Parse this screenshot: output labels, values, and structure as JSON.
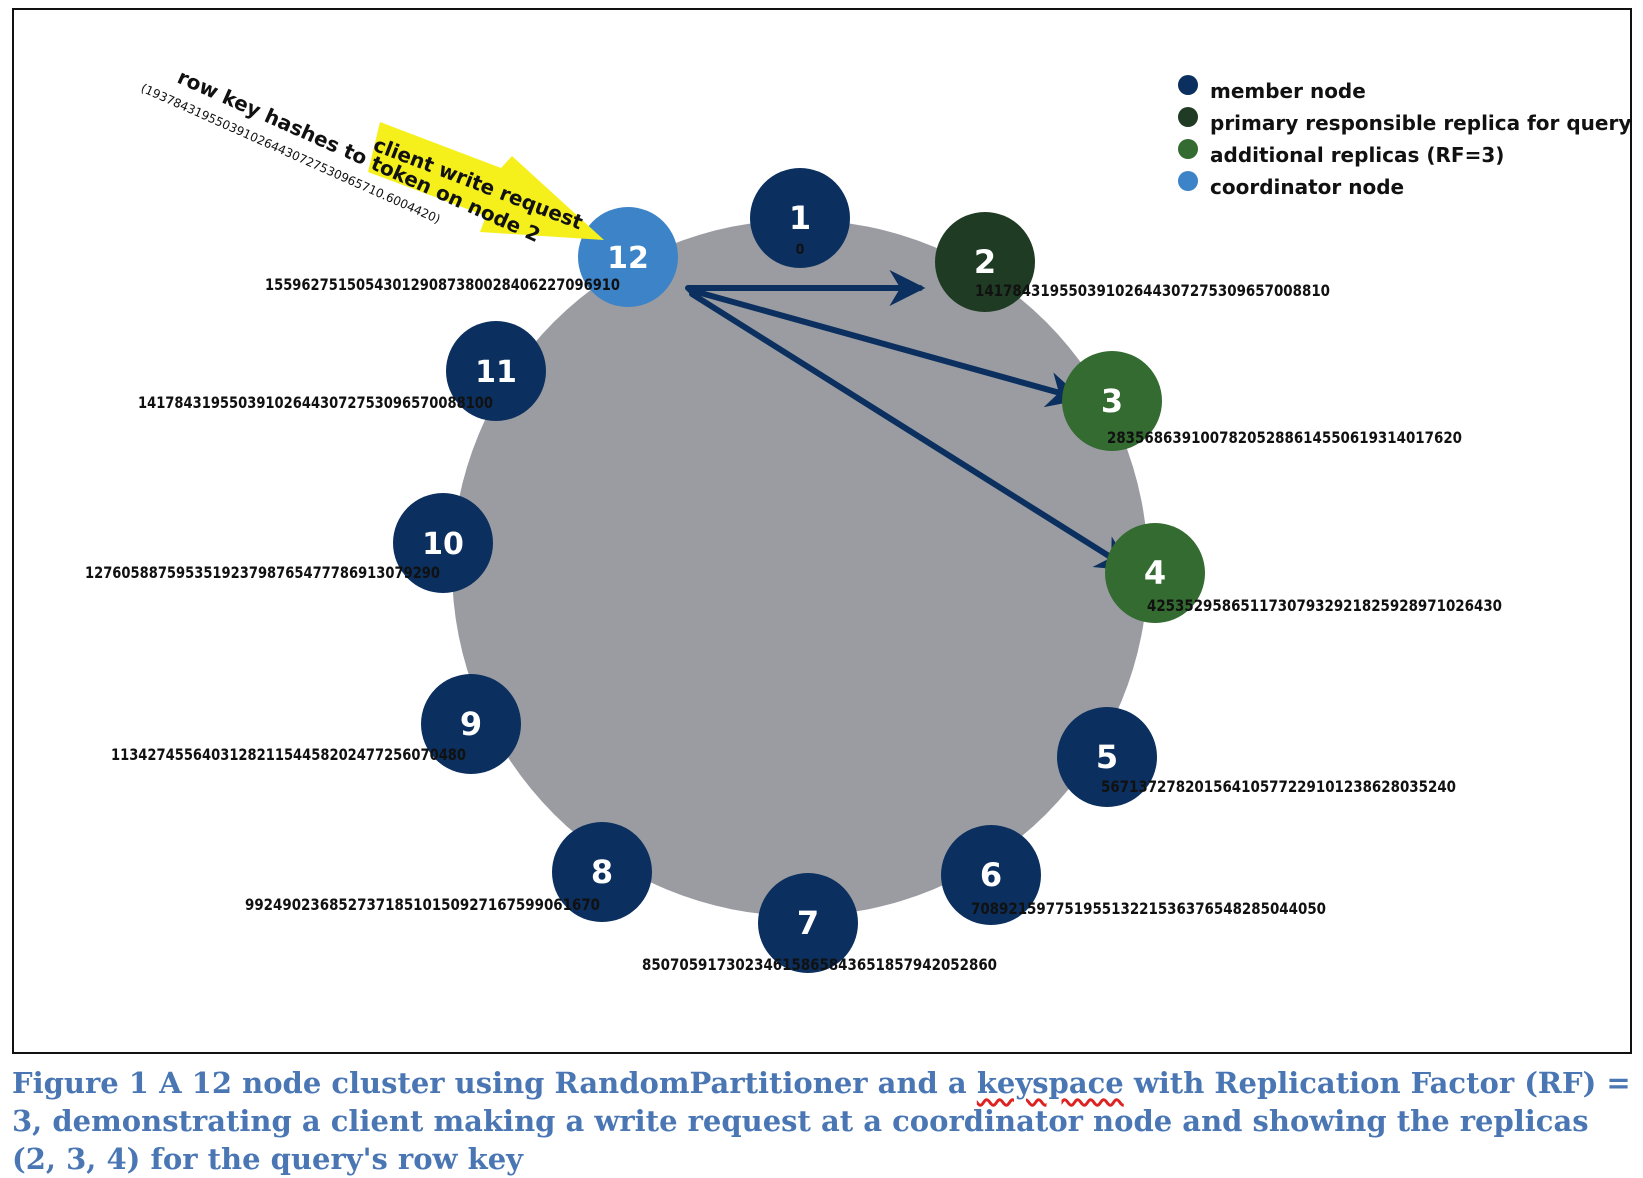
{
  "colors": {
    "member": "#0b2f5e",
    "primary": "#1f3b24",
    "additional": "#336b30",
    "coordinator": "#3d83c8",
    "ring": "#9a9ca2",
    "arrow": "#0b2f5e",
    "callout": "#f5f01c",
    "caption": "#4a77b4"
  },
  "legend": [
    {
      "label": "member node",
      "color": "#0b2f5e",
      "icon": "dot-icon"
    },
    {
      "label": "primary responsible replica for query",
      "color": "#1f3b24",
      "icon": "dot-icon"
    },
    {
      "label": "additional replicas (RF=3)",
      "color": "#336b30",
      "icon": "dot-icon"
    },
    {
      "label": "coordinator node",
      "color": "#3d83c8",
      "icon": "dot-icon"
    }
  ],
  "nodes": [
    {
      "id": "1",
      "token": "0",
      "role": "member"
    },
    {
      "id": "2",
      "token": "14178431955039102644307275309657008810",
      "role": "primary"
    },
    {
      "id": "3",
      "token": "28356863910078205288614550619314017620",
      "role": "additional"
    },
    {
      "id": "4",
      "token": "42535295865117307932921825928971026430",
      "role": "additional"
    },
    {
      "id": "5",
      "token": "56713727820156410577229101238628035240",
      "role": "member"
    },
    {
      "id": "6",
      "token": "70892159775195513221536376548285044050",
      "role": "member"
    },
    {
      "id": "7",
      "token": "85070591730234615865843651857942052860",
      "role": "member"
    },
    {
      "id": "8",
      "token": "99249023685273718510150927167599061670",
      "role": "member"
    },
    {
      "id": "9",
      "token": "113427455640312821154458202477256070480",
      "role": "member"
    },
    {
      "id": "10",
      "token": "127605887595351923798765477786913079290",
      "role": "member"
    },
    {
      "id": "11",
      "token": "141784319550391026443072753096570088100",
      "role": "member"
    },
    {
      "id": "12",
      "token": "155962751505430129087380028406227096910",
      "role": "coordinator"
    }
  ],
  "callout": {
    "label": "client write request",
    "hash_line": "row key hashes to token on node 2",
    "hash_value": "(1937843195503910264430727530965710.6004420)"
  },
  "caption": {
    "before": "Figure 1 A 12 node cluster using RandomPartitioner and a ",
    "marked_word": "keyspace",
    "after": " with Replication Factor (RF) = 3, demonstrating a client making a write request at a coordinator node and showing the replicas (2, 3, 4) for the query's row key"
  }
}
